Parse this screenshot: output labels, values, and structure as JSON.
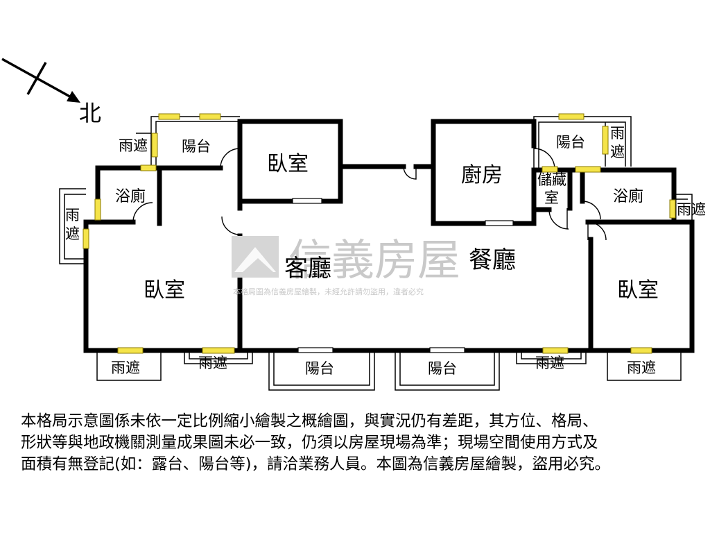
{
  "compass": {
    "north_label": "北"
  },
  "rooms": {
    "bedroom_top": "臥室",
    "bedroom_left": "臥室",
    "bedroom_right": "臥室",
    "kitchen": "廚房",
    "storage": [
      "儲藏",
      "室"
    ],
    "bath_left": "浴廁",
    "bath_right": "浴廁",
    "living": "客廳",
    "dining": "餐廳",
    "balcony_top_left": "陽台",
    "balcony_top_right": "陽台",
    "balcony_bottom_1": "陽台",
    "balcony_bottom_2": "陽台",
    "canopy_top_left": "雨遮",
    "canopy_left": [
      "雨",
      "遮"
    ],
    "canopy_right_top": [
      "雨",
      "遮"
    ],
    "canopy_right_side": "雨遮",
    "canopy_bottom_1": "雨遮",
    "canopy_bottom_2": "雨遮",
    "canopy_bottom_3": "雨遮",
    "canopy_bottom_4": "雨遮"
  },
  "watermark": {
    "brand": "信義房屋",
    "notice": "本格局圖為信義房屋繪製，未經允許請勿盜用，違者必究"
  },
  "disclaimer": [
    "本格局示意圖係未依一定比例縮小繪製之概繪圖，與實況仍有差距，其方位、格局、",
    "形狀等與地政機關測量成果圖未必一致，仍須以房屋現場為準；現場空間使用方式及",
    "面積有無登記(如：露台、陽台等)，請洽業務人員。本圖為信義房屋繪製，盜用必究。"
  ],
  "colors": {
    "wall": "#000000",
    "window_fill": "#f5e44a",
    "window_stroke": "#8a7a00",
    "watermark": "#c9c9c9"
  }
}
